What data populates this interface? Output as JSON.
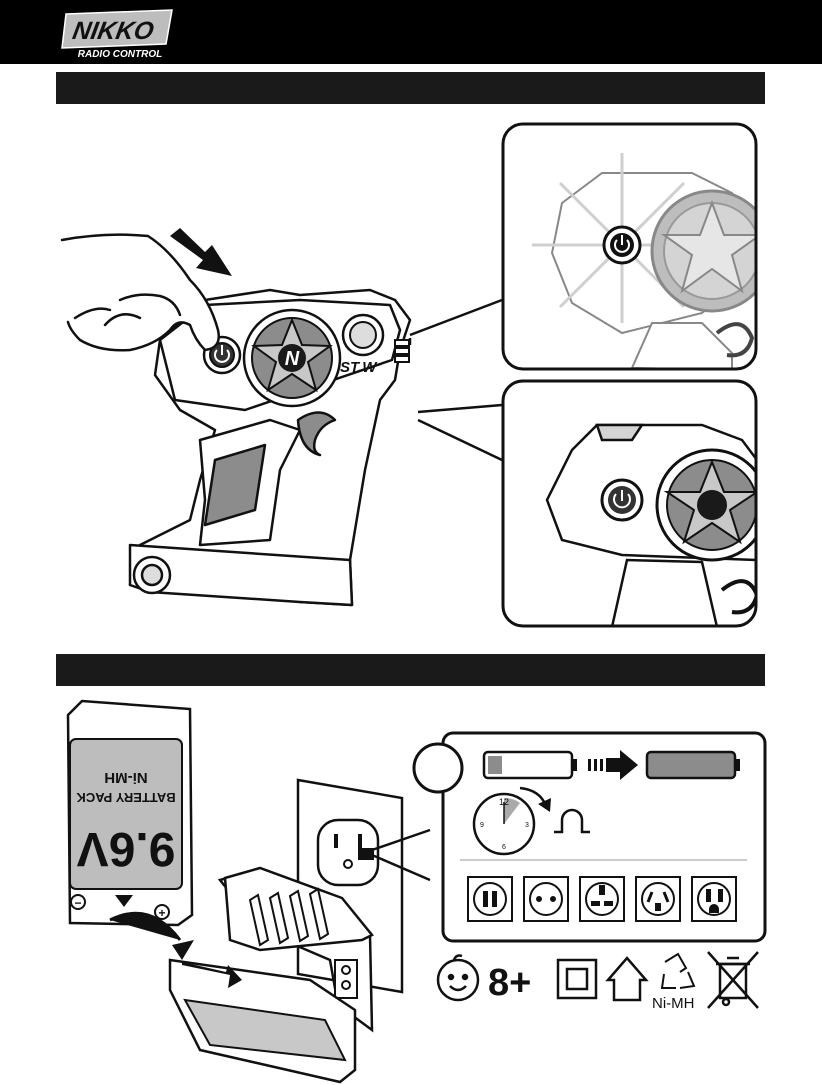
{
  "header": {
    "brand_main": "NIKKO",
    "brand_sub": "RADIO CONTROL"
  },
  "transmitter": {
    "steering_label": "ST.W",
    "steering_dial_logo": "N"
  },
  "battery_pack": {
    "voltage": "9.6V",
    "label_line1": "BATTERY PACK",
    "label_line2": "Ni-MH",
    "polarity_negative": "−",
    "polarity_positive": "+"
  },
  "clock": {
    "n12": "12",
    "n3": "3",
    "n6": "6",
    "n9": "9"
  },
  "footer_symbols": {
    "age": "8+",
    "chemistry": "Ni-MH"
  },
  "icons": [
    "nikko-logo",
    "hand-icon",
    "arrow-icon",
    "power-button-icon",
    "glow-burst-icon",
    "battery-empty-icon",
    "battery-full-icon",
    "clock-icon",
    "dc-symbol-icon",
    "plug-type-icon",
    "child-face-icon",
    "double-insulation-icon",
    "indoor-use-icon",
    "recycle-icon",
    "crossed-bin-icon"
  ],
  "colors": {
    "header_bg": "#000000",
    "section_bar": "#1a1a1a",
    "gray_fill": "#8c8c8c",
    "light_gray": "#d4d4d4"
  }
}
